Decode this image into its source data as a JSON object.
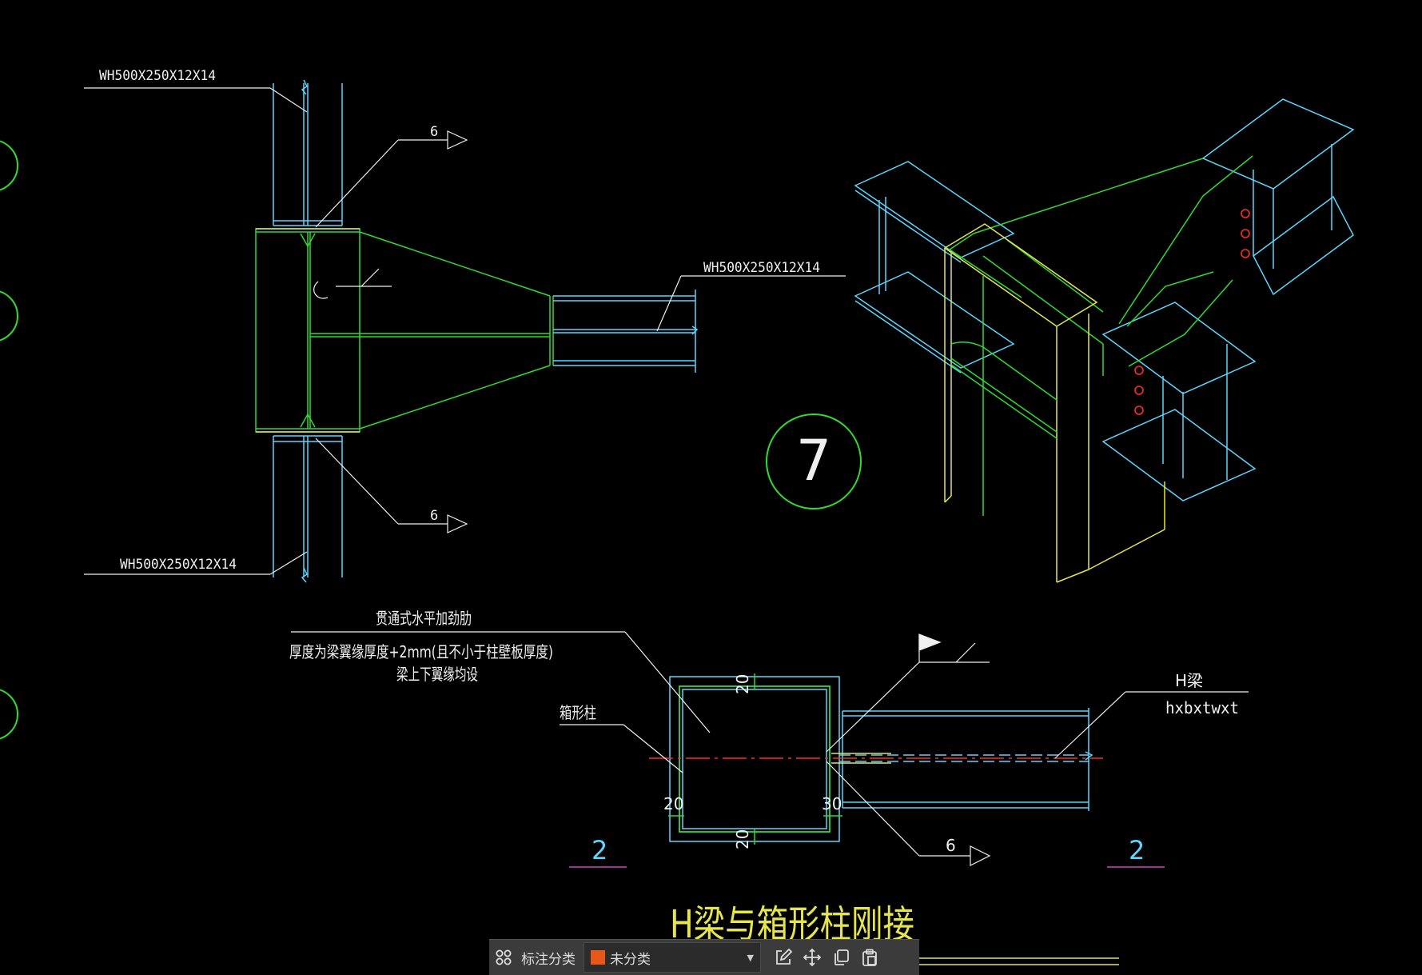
{
  "drawing": {
    "elevation_labels": {
      "top_column": "WH500X250X12X14",
      "beam": "WH500X250X12X14",
      "bottom_column": "WH500X250X12X14",
      "weld_top": "6",
      "weld_bottom": "6"
    },
    "detail_number": "7",
    "plan_labels": {
      "stiffener_line1": "贯通式水平加劲肋",
      "stiffener_line2": "厚度为梁翼缘厚度+2mm(且不小于柱壁板厚度)",
      "stiffener_line3": "梁上下翼缘均设",
      "box_column": "箱形柱",
      "h_beam": "H梁",
      "h_beam_size": "hxbxtwxt",
      "dim_top": "20",
      "dim_left": "20",
      "dim_bottom": "20",
      "dim_right": "30",
      "weld_size": "6",
      "section_left": "2",
      "section_right": "2"
    },
    "title": "H梁与箱形柱刚接"
  },
  "toolbar": {
    "category_label": "标注分类",
    "category_value": "未分类",
    "category_color": "#e8561a",
    "icons": [
      "grid-icon",
      "edit-icon",
      "move-icon",
      "copy-icon",
      "paste-icon"
    ]
  },
  "colors": {
    "background": "#000000",
    "cyan": "#5ad6ff",
    "green": "#2fdc2f",
    "yellow": "#e6e64a",
    "white": "#f0f0f0",
    "red": "#ff2a2a",
    "magenta": "#d040d0"
  }
}
